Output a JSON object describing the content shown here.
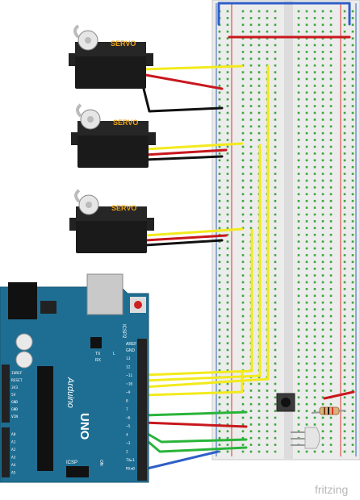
{
  "servos": [
    {
      "label": "SERVO"
    },
    {
      "label": "SERVO"
    },
    {
      "label": "SERVO"
    }
  ],
  "arduino": {
    "brand": "Arduino",
    "model": "UNO",
    "on_label": "ON",
    "reset_label": "RESET",
    "icsp_label": "ICSP",
    "icsp2_label": "ICSP2",
    "aref_label": "AREF",
    "gnd_label": "GND",
    "tx_label": "TX",
    "rx_label": "RX",
    "l_label": "L",
    "power_pins": [
      "IOREF",
      "RESET",
      "3V3",
      "5V",
      "GND",
      "GND",
      "VIN"
    ],
    "analog_pins": [
      "A0",
      "A1",
      "A2",
      "A3",
      "A4",
      "A5"
    ],
    "digital_pins": [
      "13",
      "12",
      "~11",
      "~10",
      "~9",
      "8",
      "7",
      "~6",
      "~5",
      "4",
      "~3",
      "2",
      "TX►1",
      "RX◄0"
    ]
  },
  "watermark": "fritzing",
  "colors": {
    "board": "#1e6e93",
    "breadboard": "#ececec",
    "rail_red": "#d9332e",
    "rail_blue": "#2f63c4",
    "wire_yellow": "#f2ea1c",
    "wire_red": "#c8171d",
    "wire_black": "#111111",
    "wire_green": "#29b43a",
    "wire_blue": "#2f5fc7",
    "servo_label": "#e9a21c"
  }
}
